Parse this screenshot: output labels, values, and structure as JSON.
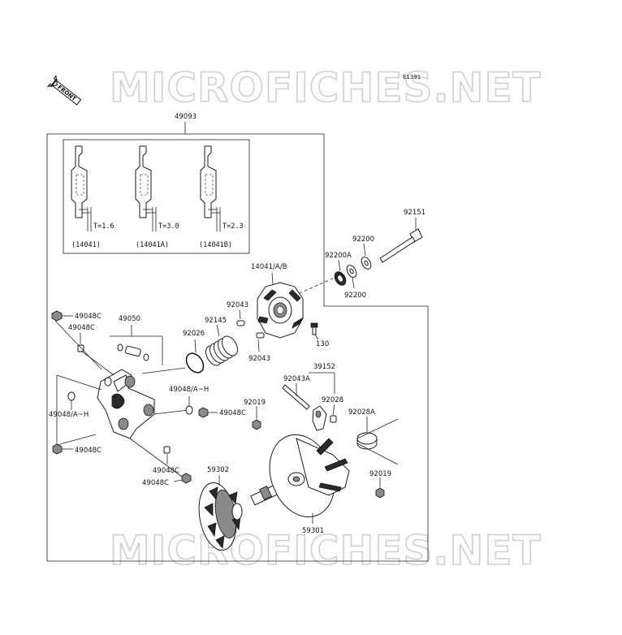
{
  "watermark": {
    "text": "MICROFICHES.NET"
  },
  "diagram_code": "E1391",
  "front_arrow": "FRONT",
  "callouts": {
    "p49093": "49093",
    "p92151": "92151",
    "p92200_top": "92200",
    "p92200A": "92200A",
    "p92200_bottom": "92200",
    "p14041AB": "14041/A/B",
    "p92043_top": "92043",
    "p92043_bottom": "92043",
    "p130": "130",
    "p49048C_1": "49048C",
    "p49048C_2": "49048C",
    "p49050": "49050",
    "p92145": "92145",
    "p92026": "92026",
    "p49048AH_1": "49048/A~H",
    "p49048AH_2": "49048/A~H",
    "p49048C_3": "49048C",
    "p49048C_4": "49048C",
    "p49048C_5": "49048C",
    "p49048C_6": "49048C",
    "p39152": "39152",
    "p92043A": "92043A",
    "p92028": "92028",
    "p92019_1": "92019",
    "p92028A": "92028A",
    "p92019_2": "92019",
    "p59302": "59302",
    "p59301": "59301"
  },
  "weights": [
    {
      "thickness": "T=1.6",
      "part": "(14041)"
    },
    {
      "thickness": "T=3.0",
      "part": "(14041A)"
    },
    {
      "thickness": "T=2.3",
      "part": "(14041B)"
    }
  ]
}
